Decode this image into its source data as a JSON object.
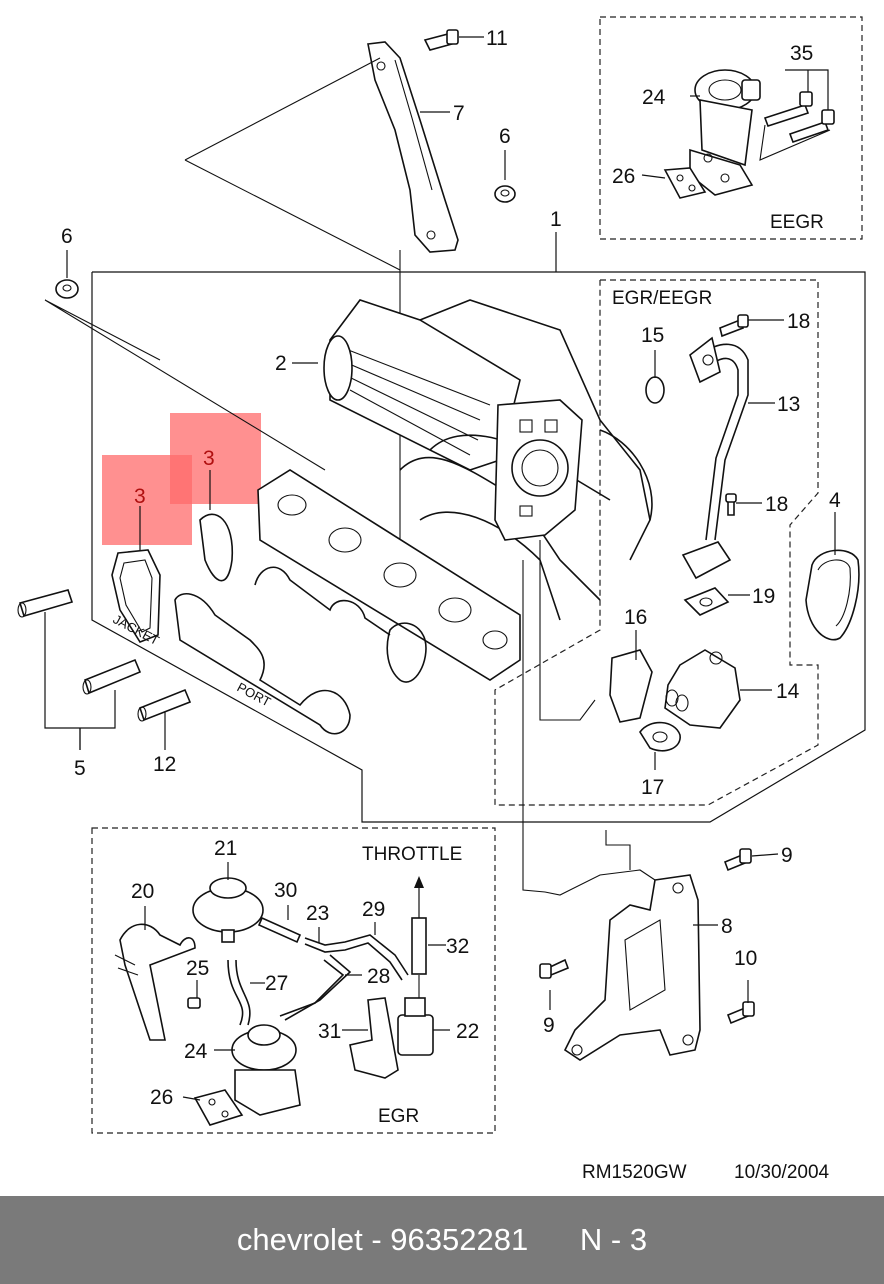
{
  "callouts": {
    "n1": "1",
    "n2": "2",
    "n3a": "3",
    "n3b": "3",
    "n4": "4",
    "n5": "5",
    "n6a": "6",
    "n6b": "6",
    "n7": "7",
    "n8": "8",
    "n9a": "9",
    "n9b": "9",
    "n10": "10",
    "n11": "11",
    "n12": "12",
    "n13": "13",
    "n14": "14",
    "n15": "15",
    "n16": "16",
    "n17": "17",
    "n18a": "18",
    "n18b": "18",
    "n19": "19",
    "n20": "20",
    "n21": "21",
    "n22": "22",
    "n23": "23",
    "n24a": "24",
    "n24b": "24",
    "n25": "25",
    "n26a": "26",
    "n26b": "26",
    "n27": "27",
    "n28": "28",
    "n29": "29",
    "n30": "30",
    "n31": "31",
    "n32": "32",
    "n35": "35"
  },
  "box_titles": {
    "eegr": "EEGR",
    "egr_eegr": "EGR/EEGR",
    "egr": "EGR",
    "throttle": "THROTTLE"
  },
  "gasket_labels": {
    "jacket": "JACKET",
    "port": "PORT"
  },
  "doc_ref": "RM1520GW",
  "doc_date": "10/30/2004",
  "footer": {
    "brand": "chevrolet",
    "separator": "-",
    "part_number": "96352281",
    "page_ref": "N - 3"
  },
  "colors": {
    "highlight": "#ff6b6b",
    "footer_bg": "#7a7a7a",
    "footer_text": "#ffffff"
  }
}
